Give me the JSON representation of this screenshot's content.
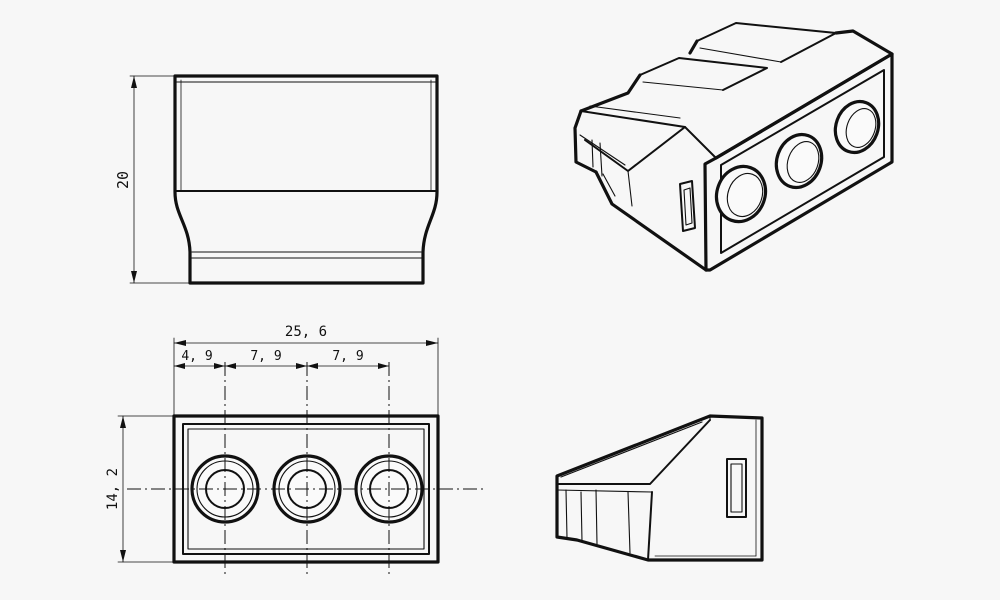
{
  "dimensions": {
    "height": "20",
    "total_width": "25, 6",
    "offset_first": "4, 9",
    "pitch_1": "7, 9",
    "pitch_2": "7, 9",
    "depth": "14, 2"
  }
}
